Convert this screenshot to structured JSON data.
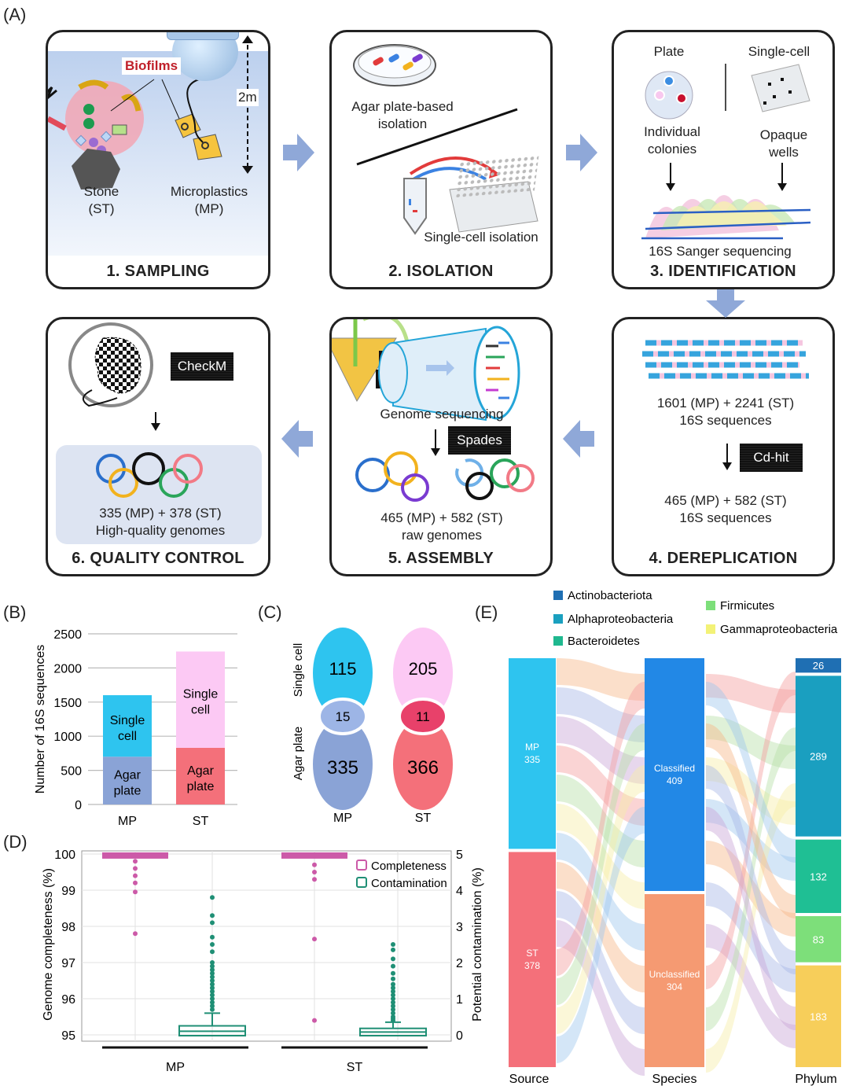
{
  "panel_labels": {
    "a": "(A)",
    "b": "(B)",
    "c": "(C)",
    "d": "(D)",
    "e": "(E)"
  },
  "workflow": {
    "sampling": {
      "title": "1. SAMPLING",
      "biofilms": "Biofilms",
      "depth": "2m",
      "stone": "Stone\n(ST)",
      "microplastics": "Microplastics\n(MP)"
    },
    "isolation": {
      "title": "2. ISOLATION",
      "agar": "Agar plate-based\nisolation",
      "single": "Single-cell isolation"
    },
    "identification": {
      "title": "3. IDENTIFICATION",
      "plate": "Plate",
      "single_cell": "Single-cell",
      "colonies": "Individual\ncolonies",
      "wells": "Opaque\nwells",
      "sanger": "16S Sanger sequencing"
    },
    "dereplication": {
      "title": "4. DEREPLICATION",
      "before": "1601 (MP) + 2241  (ST)\n16S sequences",
      "tool": "Cd-hit",
      "after": "465 (MP) + 582 (ST)\n16S sequences"
    },
    "assembly": {
      "title": "5. ASSEMBLY",
      "genome_seq": "Genome sequencing",
      "tool": "Spades",
      "raw": "465 (MP) + 582 (ST)\nraw genomes"
    },
    "quality": {
      "title": "6. QUALITY CONTROL",
      "tool": "CheckM",
      "hq": "335 (MP) + 378 (ST)\nHigh-quality genomes"
    }
  },
  "colors": {
    "arrow": "#8fa8d8",
    "mp_single": "#2ec4ef",
    "mp_agar": "#8aa3d6",
    "st_single": "#fcc9f4",
    "st_agar": "#f4707a",
    "completeness": "#cc5aa8",
    "contamination": "#1f8f75"
  },
  "chart_data": [
    {
      "type": "bar",
      "title": "",
      "ylabel": "Number of 16S sequences",
      "ylim": [
        0,
        2500
      ],
      "yticks": [
        "2500",
        "2000",
        "1500",
        "1000",
        "500",
        "0"
      ],
      "categories": [
        "MP",
        "ST"
      ],
      "series": [
        {
          "name": "Agar\nplate",
          "values": [
            700,
            830
          ]
        },
        {
          "name": "Single\ncell",
          "values": [
            901,
            1411
          ]
        }
      ]
    },
    {
      "type": "venn",
      "row_labels": [
        "Single cell",
        "Agar plate"
      ],
      "groups": [
        {
          "name": "MP",
          "single_cell": 115,
          "overlap": 15,
          "agar_plate": 335
        },
        {
          "name": "ST",
          "single_cell": 205,
          "overlap": 11,
          "agar_plate": 366
        }
      ]
    },
    {
      "type": "box",
      "ylabel": "Genome completeness (%)",
      "y2label": "Potential contamination (%)",
      "ylim": [
        95,
        100
      ],
      "y2lim": [
        0,
        5
      ],
      "yticks": [
        "100",
        "99",
        "98",
        "97",
        "96",
        "95"
      ],
      "y2ticks": [
        "5",
        "4",
        "3",
        "2",
        "1",
        "0"
      ],
      "categories": [
        "MP",
        "ST"
      ],
      "legend": [
        "Completeness",
        "Contamination"
      ],
      "completeness": [
        {
          "group": "MP",
          "median": 99.98,
          "outliers": [
            99.8,
            99.6,
            99.4,
            99.2,
            98.95,
            97.8
          ]
        },
        {
          "group": "ST",
          "median": 99.98,
          "outliers": [
            99.7,
            99.5,
            99.3,
            97.65,
            95.4
          ]
        }
      ],
      "contamination": [
        {
          "group": "MP",
          "q1": 0.0,
          "median": 0.1,
          "q3": 0.25,
          "whisker": 0.6,
          "outliers": [
            3.8,
            3.3,
            3.1,
            2.7,
            2.5,
            2.3,
            2.0,
            1.9,
            1.8,
            1.7,
            1.6,
            1.5,
            1.4,
            1.3,
            1.2,
            1.1,
            1.0,
            0.9,
            0.8,
            0.7
          ]
        },
        {
          "group": "ST",
          "q1": 0.0,
          "median": 0.08,
          "q3": 0.18,
          "whisker": 0.35,
          "outliers": [
            2.5,
            2.35,
            2.1,
            1.9,
            1.7,
            1.55,
            1.4,
            1.3,
            1.2,
            1.1,
            1.0,
            0.9,
            0.8,
            0.7,
            0.6,
            0.5,
            0.45,
            0.4
          ]
        }
      ]
    },
    {
      "type": "sankey",
      "legend": [
        "Actinobacteriota",
        "Alphaproteobacteria",
        "Bacteroidetes",
        "Firmicutes",
        "Gammaproteobacteria"
      ],
      "axis_labels": [
        "Source",
        "Species",
        "Phylum"
      ],
      "source": [
        {
          "name": "MP",
          "value": 335
        },
        {
          "name": "ST",
          "value": 378
        }
      ],
      "species": [
        {
          "name": "Classified",
          "value": 409
        },
        {
          "name": "Unclassified",
          "value": 304
        }
      ],
      "phylum": [
        {
          "name": "Actinobacteriota",
          "value": 26
        },
        {
          "name": "Alphaproteobacteria",
          "value": 289
        },
        {
          "name": "Bacteroidetes",
          "value": 132
        },
        {
          "name": "Firmicutes",
          "value": 83
        },
        {
          "name": "Gammaproteobacteria",
          "value": 183
        }
      ]
    }
  ]
}
